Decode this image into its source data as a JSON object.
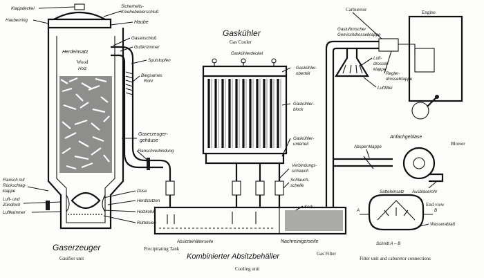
{
  "gasifier": {
    "title": "Gaserzeuger",
    "title_en": "Gasifier unit",
    "labels": {
      "klappdeckel": "Klappdeckel",
      "haubenring": "Haubenring",
      "sicherheits": "Sicherheits-",
      "kniehebel": "Kniehebelverschluß",
      "haube": "Haube",
      "gasanschluss": "Gasanschluß",
      "gusskruemmer": "Gußkrümmer",
      "spulstopfen": "Spulstopfen",
      "herdeinsatz": "Herdeinsatz",
      "wood": "Wood",
      "holz": "Holz",
      "biegsames": "Biegsames",
      "rohr": "Rohr",
      "gaserzeuger_l1": "Gaserzeuger-",
      "gaserzeuger_l2": "gehäuse",
      "flanschverbindung": "Flanschverbindung",
      "flansch_l1": "Flansch mit",
      "flansch_l2": "Rückschlag-",
      "flansch_l3": "klappe",
      "luft_l1": "Luft- und",
      "luft_l2": "Zündloch",
      "luftkammer": "Luftkammer",
      "duse": "Düse",
      "herdstutzen": "Herdstutzen",
      "holzkohle": "Holzkohle",
      "ruttelsieb": "Rüttelsieb"
    }
  },
  "cooler": {
    "title": "Gaskühler",
    "title_en": "Gas Cooler",
    "labels": {
      "deckel": "Gaskühlerdeckel",
      "oberteil_l1": "Gaskühler-",
      "oberteil_l2": "oberteil",
      "block_l1": "Gaskühler-",
      "block_l2": "block",
      "unterteil_l1": "Gaskühler-",
      "unterteil_l2": "unterteil",
      "verbindung_l1": "Verbindungs-",
      "verbindung_l2": "schlauch",
      "schlauch_l1": "Schlauch-",
      "schlauch_l2": "schelle",
      "kork": "Kork"
    }
  },
  "tank": {
    "title": "Kombinierter Absitzbehäller",
    "title_en": "Cooling unit",
    "absitz": "Absitzbehälterseite",
    "precip": "Precipitating Tank",
    "nachrein": "Nachreinigerseite",
    "gas_filter": "Gas Filter"
  },
  "carburetor": {
    "carburetor": "Carburetor",
    "engine": "Engine",
    "gasluft_l1": "Gasluftmischer",
    "gasluft_l2": "Gemischdrosselklappe",
    "luft_l1": "Luft-",
    "luft_l2": "drossel-",
    "luft_l3": "klappe",
    "regler_l1": "Regler-",
    "regler_l2": "drosselklappe",
    "luftfilter": "Luftfilter"
  },
  "blower": {
    "title": "Anfachgebläse",
    "title_en": "Blower",
    "absperr": "Absperrklappe",
    "ausblase": "Ausblaserohr"
  },
  "filter": {
    "sattel": "Satteleinsatz",
    "end_view": "End view",
    "wasser": "Wasserablaß",
    "schnitt": "Schnitt A – B",
    "caption": "Filter unit and caburetor connections",
    "a": "A",
    "b": "B"
  }
}
